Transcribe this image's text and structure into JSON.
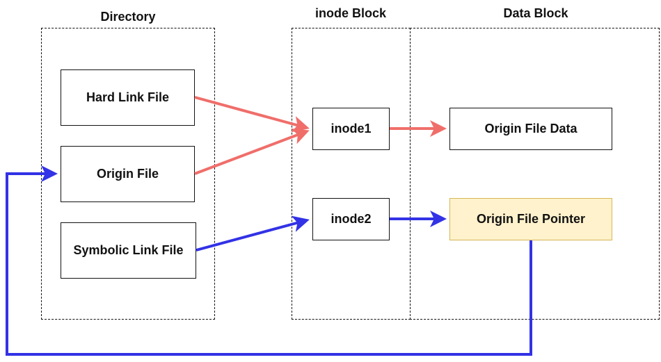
{
  "groups": {
    "directory": {
      "title": "Directory"
    },
    "inode_block": {
      "title": "inode Block"
    },
    "data_block": {
      "title": "Data Block"
    }
  },
  "nodes": {
    "hard_link_file": "Hard Link File",
    "origin_file": "Origin File",
    "symbolic_link_file": "Symbolic Link File",
    "inode1": "inode1",
    "inode2": "inode2",
    "origin_file_data": "Origin File Data",
    "origin_file_pointer": "Origin File Pointer"
  },
  "colors": {
    "hard_link_arrow": "#f06e6a",
    "symbolic_link_arrow": "#3232e6",
    "pointer_box_fill": "#fff2cc",
    "pointer_box_border": "#d6b656"
  }
}
